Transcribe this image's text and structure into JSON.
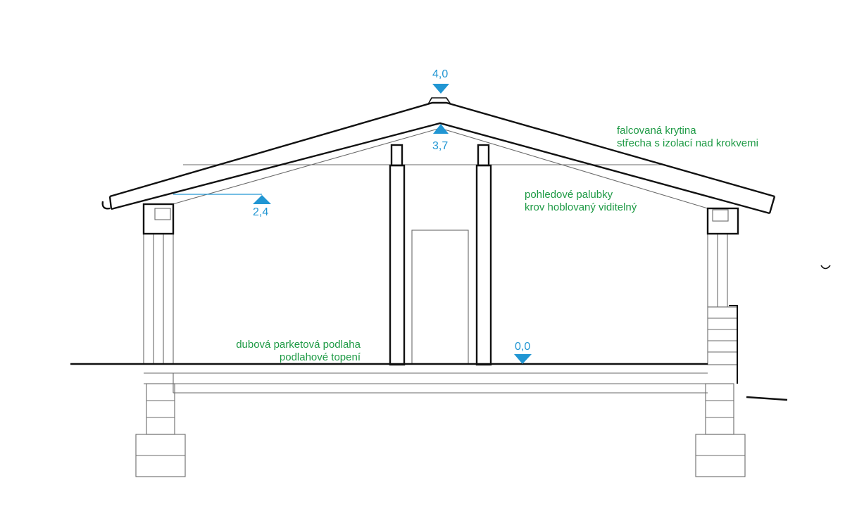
{
  "colors": {
    "line": "#111111",
    "thin": "#6a6a6a",
    "note": "#1e9a45",
    "level": "#2196d3"
  },
  "levels": {
    "ridge": "4,0",
    "ceiling": "3,7",
    "eaves": "2,4",
    "floor": "0,0"
  },
  "notes": {
    "roof_line1": "falcovaná krytina",
    "roof_line2": "střecha s izolací nad krokvemi",
    "ceiling_line1": "pohledové palubky",
    "ceiling_line2": "krov hoblovaný viditelný",
    "floor_line1": "dubová parketová podlaha",
    "floor_line2": "podlahové topení"
  },
  "icons": {
    "level_marker_down": "triangle-down-icon",
    "level_marker_up": "triangle-up-icon"
  }
}
